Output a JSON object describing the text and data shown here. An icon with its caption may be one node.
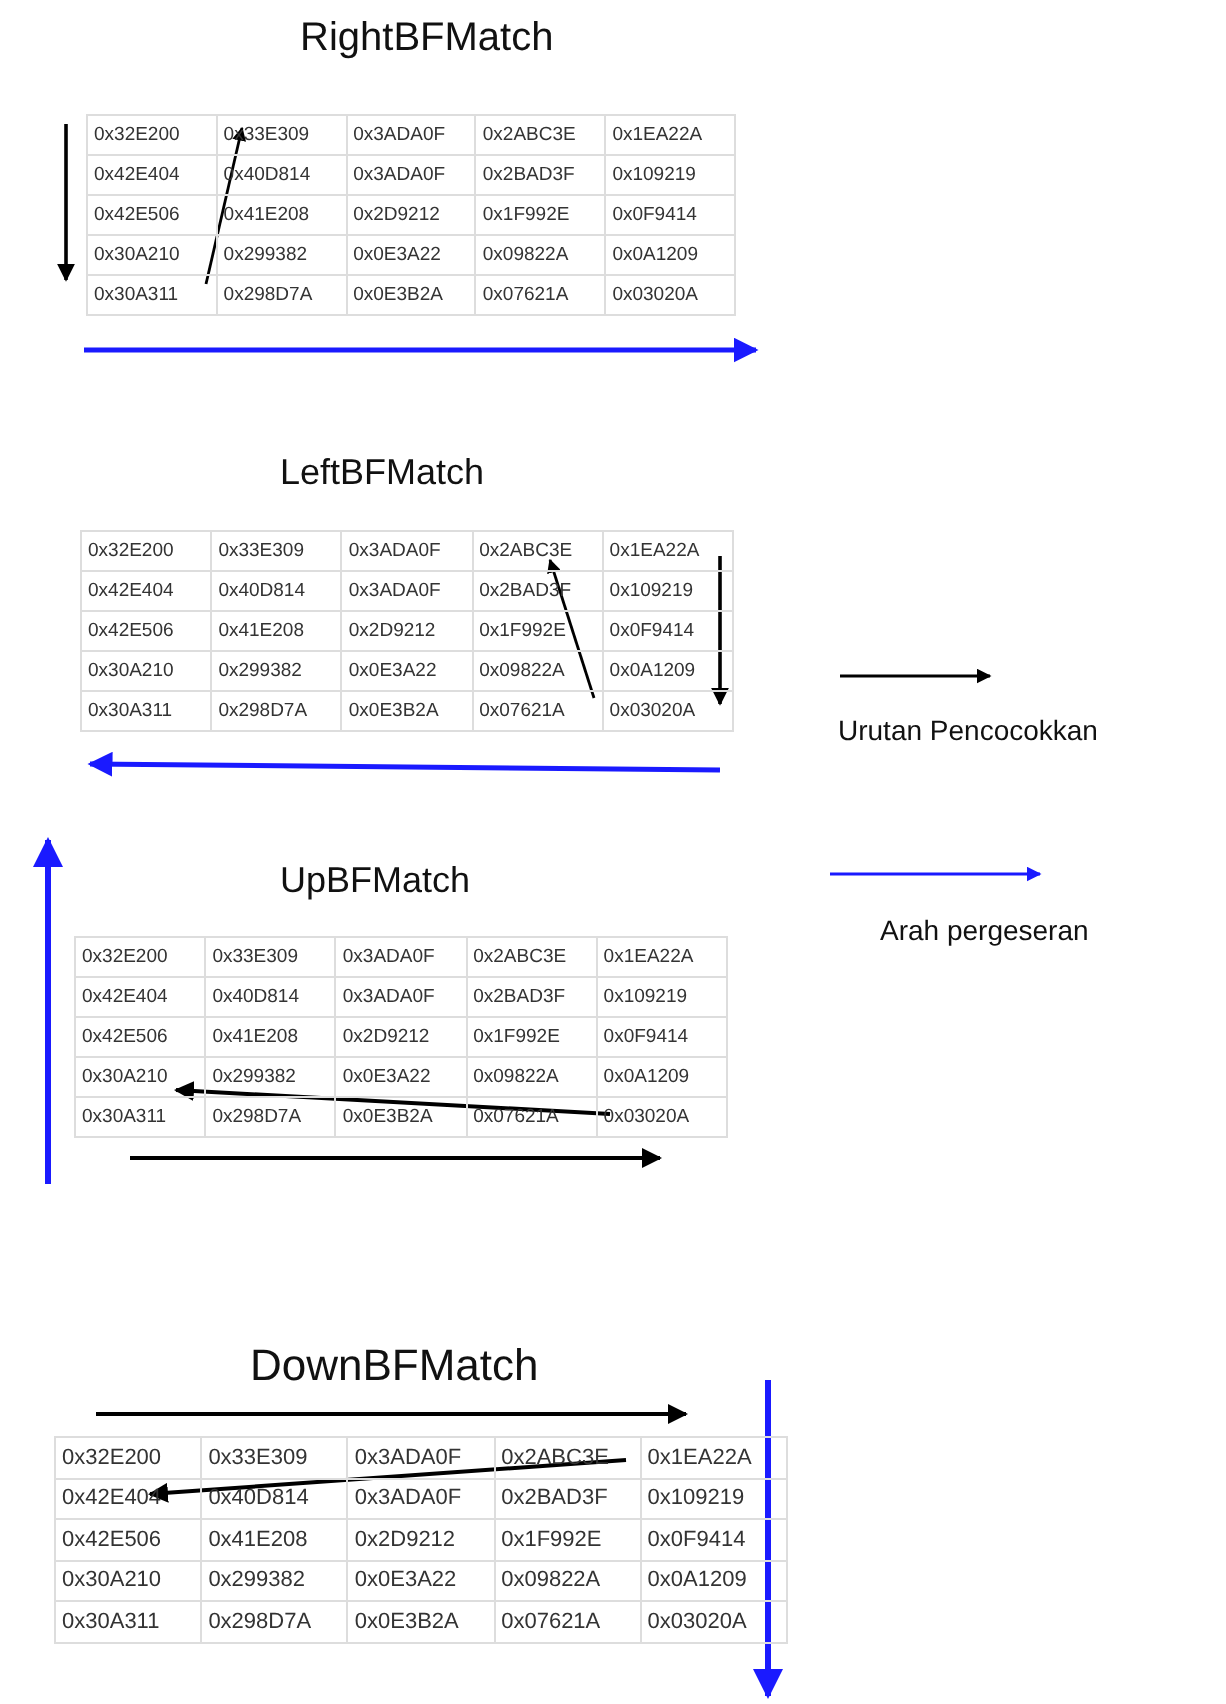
{
  "diagram": {
    "labels": [
      "RightBFMatch",
      "0x32E200",
      "0x33E309",
      "0x3ADA0F",
      "0x2ABC3E",
      "0x1EA22A",
      "0x42E404",
      "0x40D814",
      "0x3ADA0F",
      "0x2BAD3F",
      "0x109219",
      "0x42E506",
      "0x41E208",
      "0x2D9212",
      "0x1F992E",
      "0x0F9414",
      "0x30A210",
      "0x299382",
      "0x0E3A22",
      "0x09822A",
      "0x0A1209",
      "0x30A311",
      "0x298D7A",
      "0x0E3B2A",
      "0x07621A",
      "0x03020A",
      "LeftBFMatch",
      "0x32E200",
      "0x33E309",
      "0x3ADA0F",
      "0x2ABC3E",
      "0x1EA22A",
      "0x42E404",
      "0x40D814",
      "0x3ADA0F",
      "0x2BAD3F",
      "0x109219",
      "0x42E506",
      "0x41E208",
      "0x2D9212",
      "0x1F992E",
      "0x0F9414",
      "0x30A210",
      "0x299382",
      "0x0E3A22",
      "0x09822A",
      "0x0A1209",
      "0x30A311",
      "0x298D7A",
      "0x0E3B2A",
      "0x07621A",
      "0x03020A",
      "UpBFMatch",
      "0x32E200",
      "0x33E309",
      "0x3ADA0F",
      "0x2ABC3E",
      "0x1EA22A",
      "0x42E404",
      "0x40D814",
      "0x3ADA0F",
      "0x2BAD3F",
      "0x109219",
      "0x42E506",
      "0x41E208",
      "0x2D9212",
      "0x1F992E",
      "0x0F9414",
      "0x30A210",
      "0x299382",
      "0x0E3A22",
      "0x09822A",
      "0x0A1209",
      "0x30A311",
      "0x298D7A",
      "0x0E3B2A",
      "0x07621A",
      "0x03020A",
      "DownBFMatch",
      "0x32E200",
      "0x33E309",
      "0x3ADA0F",
      "0x2ABC3E",
      "0x1EA22A",
      "0x42E404",
      "0x40D814",
      "0x3ADA0F",
      "0x2BAD3F",
      "0x109219",
      "0x42E506",
      "0x41E208",
      "0x2D9212",
      "0x1F992E",
      "0x0F9414",
      "0x30A210",
      "0x299382",
      "0x0E3A22",
      "0x09822A",
      "0x0A1209",
      "0x30A311",
      "0x298D7A",
      "0x0E3B2A",
      "0x07621A",
      "0x03020A"
    ],
    "legend": [
      {
        "text": "Urutan Pencocokkan"
      },
      {
        "text": "Arah pergeseran"
      }
    ]
  }
}
